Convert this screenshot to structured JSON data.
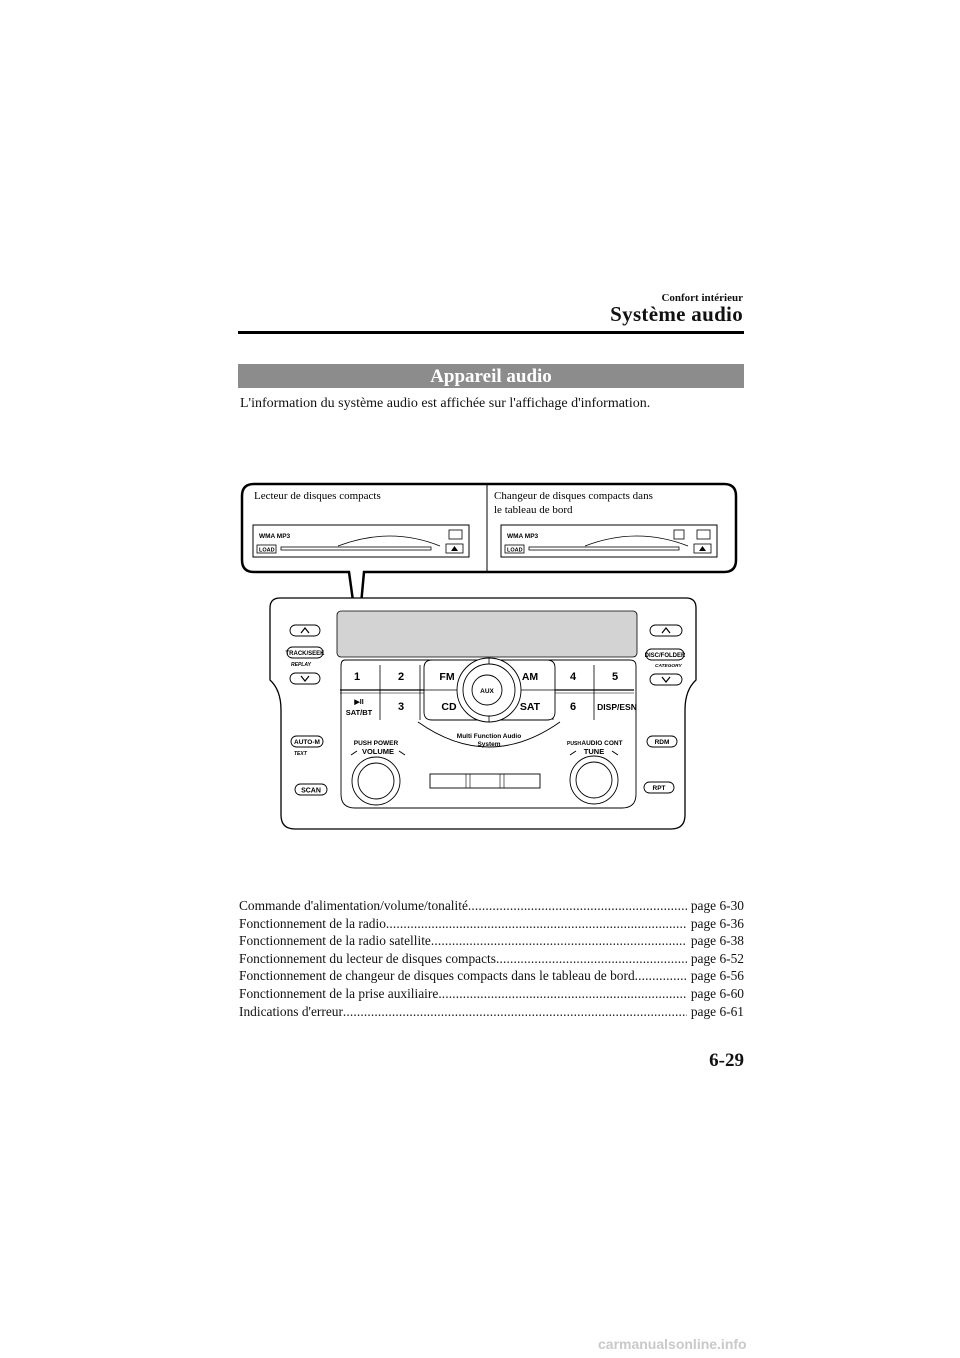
{
  "header": {
    "section": "Confort intérieur",
    "chapter": "Système audio"
  },
  "banner": {
    "title": "Appareil audio"
  },
  "intro": {
    "text": "L'information du système audio est affichée sur l'affichage d'information."
  },
  "callout": {
    "left_caption": "Lecteur de disques compacts",
    "right_caption_line1": "Changeur de disques compacts dans",
    "right_caption_line2": "le tableau de bord",
    "slot_format": "WMA MP3",
    "load_label": "LOAD"
  },
  "unit": {
    "track_seek": "TRACK/SEEK",
    "replay": "REPLAY",
    "disc_folder": "DISC/FOLDER",
    "category": "CATEGORY",
    "auto_m": "AUTO-M",
    "text": "TEXT",
    "scan": "SCAN",
    "rdm": "RDM",
    "rpt": "RPT",
    "preset1": "1",
    "preset2": "2",
    "preset3": "3",
    "preset4": "4",
    "preset5": "5",
    "preset6": "6",
    "play_pause": "▶II",
    "sat_bt": "SAT/BT",
    "disp_esn": "DISP/ESN",
    "fm": "FM",
    "am": "AM",
    "cd": "CD",
    "sat": "SAT",
    "aux": "AUX",
    "mfa_line1": "Multi Function Audio",
    "mfa_line2": "System",
    "push_power": "PUSH POWER",
    "volume": "VOLUME",
    "push": "PUSH",
    "audio_cont": "AUDIO CONT",
    "tune": "TUNE"
  },
  "toc": [
    {
      "label": "Commande d'alimentation/volume/tonalité",
      "page": "page 6-30"
    },
    {
      "label": "Fonctionnement de la radio",
      "page": "page 6-36"
    },
    {
      "label": "Fonctionnement de la radio satellite",
      "page": "page 6-38"
    },
    {
      "label": "Fonctionnement du lecteur de disques compacts",
      "page": "page 6-52"
    },
    {
      "label": "Fonctionnement de changeur de disques compacts dans le tableau de bord",
      "page": "page 6-56"
    },
    {
      "label": "Fonctionnement de la prise auxiliaire",
      "page": "page 6-60"
    },
    {
      "label": "Indications d'erreur",
      "page": "page 6-61"
    }
  ],
  "page_number": "6-29",
  "watermark": "carmanualsonline.info"
}
